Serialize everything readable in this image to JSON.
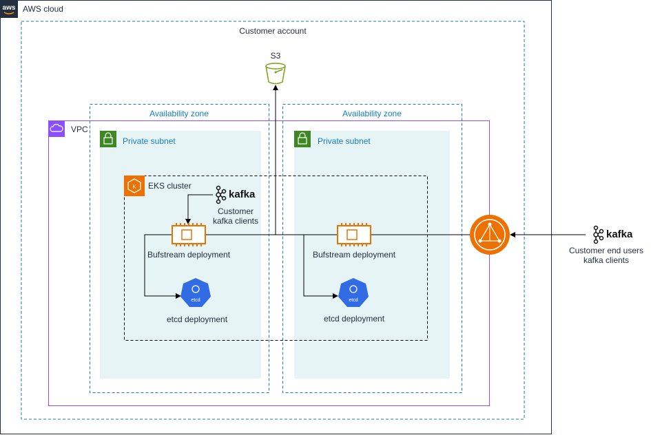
{
  "cloud": {
    "label": "AWS cloud",
    "logo_text": "aws"
  },
  "account": {
    "label": "Customer account"
  },
  "s3": {
    "label": "S3"
  },
  "vpc": {
    "label": "VPC"
  },
  "zones": [
    {
      "az_label": "Availability zone",
      "subnet_label": "Private subnet",
      "deployment_label": "Bufstream deployment",
      "etcd_label": "etcd deployment"
    },
    {
      "az_label": "Availability zone",
      "subnet_label": "Private subnet",
      "deployment_label": "Bufstream deployment",
      "etcd_label": "etcd deployment"
    }
  ],
  "eks": {
    "label": "EKS cluster"
  },
  "kafka_internal": {
    "brand": "kafka",
    "label_line1": "Customer",
    "label_line2": "kafka clients"
  },
  "kafka_external": {
    "brand": "kafka",
    "label_line1": "Customer end users",
    "label_line2": "kafka clients"
  },
  "etcd_icon_text": "etcd",
  "colors": {
    "aws_border": "#232f3e",
    "account_border": "#147eba",
    "vpc_border": "#8c4fff",
    "subnet_fill": "#e6f4f5",
    "subnet_icon": "#3f8624",
    "s3_green": "#7aa116",
    "eks_orange": "#ed7100",
    "etcd_blue": "#326ce5",
    "nlb_orange": "#ed7100"
  },
  "icons": [
    "aws-logo-icon",
    "s3-bucket-icon",
    "vpc-cloud-icon",
    "lock-icon",
    "eks-icon",
    "kafka-icon",
    "chip-icon",
    "etcd-icon",
    "load-balancer-icon"
  ]
}
